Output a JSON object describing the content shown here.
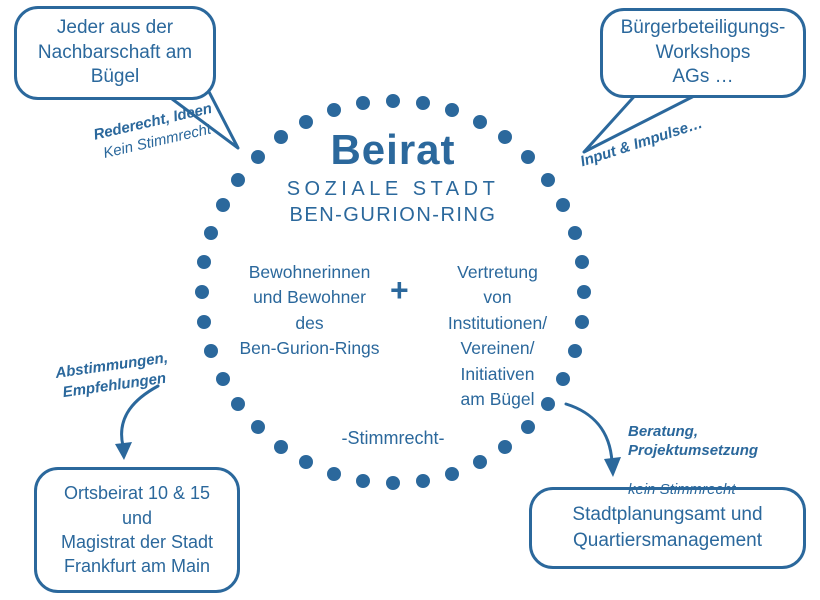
{
  "colors": {
    "primary": "#2b689c"
  },
  "circle": {
    "title": "Beirat",
    "subtitle_line1": "SOZIALE STADT",
    "subtitle_line2": "BEN-GURION-RING",
    "left_group": "Bewohnerinnen\nund Bewohner\ndes\nBen-Gurion-Rings",
    "plus_sign": "+",
    "right_group": "Vertretung\nvon\nInstitutionen/\nVereinen/\nInitiativen\nam Bügel",
    "voting_note": "-Stimmrecht-"
  },
  "bubbles": {
    "top_left": "Jeder aus der\nNachbarschaft am\nBügel",
    "top_right": "Bürgerbeteiligungs-\nWorkshops\nAGs …",
    "bottom_left": "Ortsbeirat 10 & 15\nund\nMagistrat der Stadt\nFrankfurt am Main",
    "bottom_right": "Stadtplanungsamt und\nQuartiersmanagement"
  },
  "notes": {
    "top_left_bold": "Rederecht, Ideen",
    "top_left_rest": "Kein Stimmrecht",
    "top_right": "Input & Impulse…",
    "bottom_left": "Abstimmungen,\nEmpfehlungen",
    "bottom_right_bold": "Beratung,\nProjektumsetzung",
    "bottom_right_rest": "kein Stimmrecht"
  }
}
